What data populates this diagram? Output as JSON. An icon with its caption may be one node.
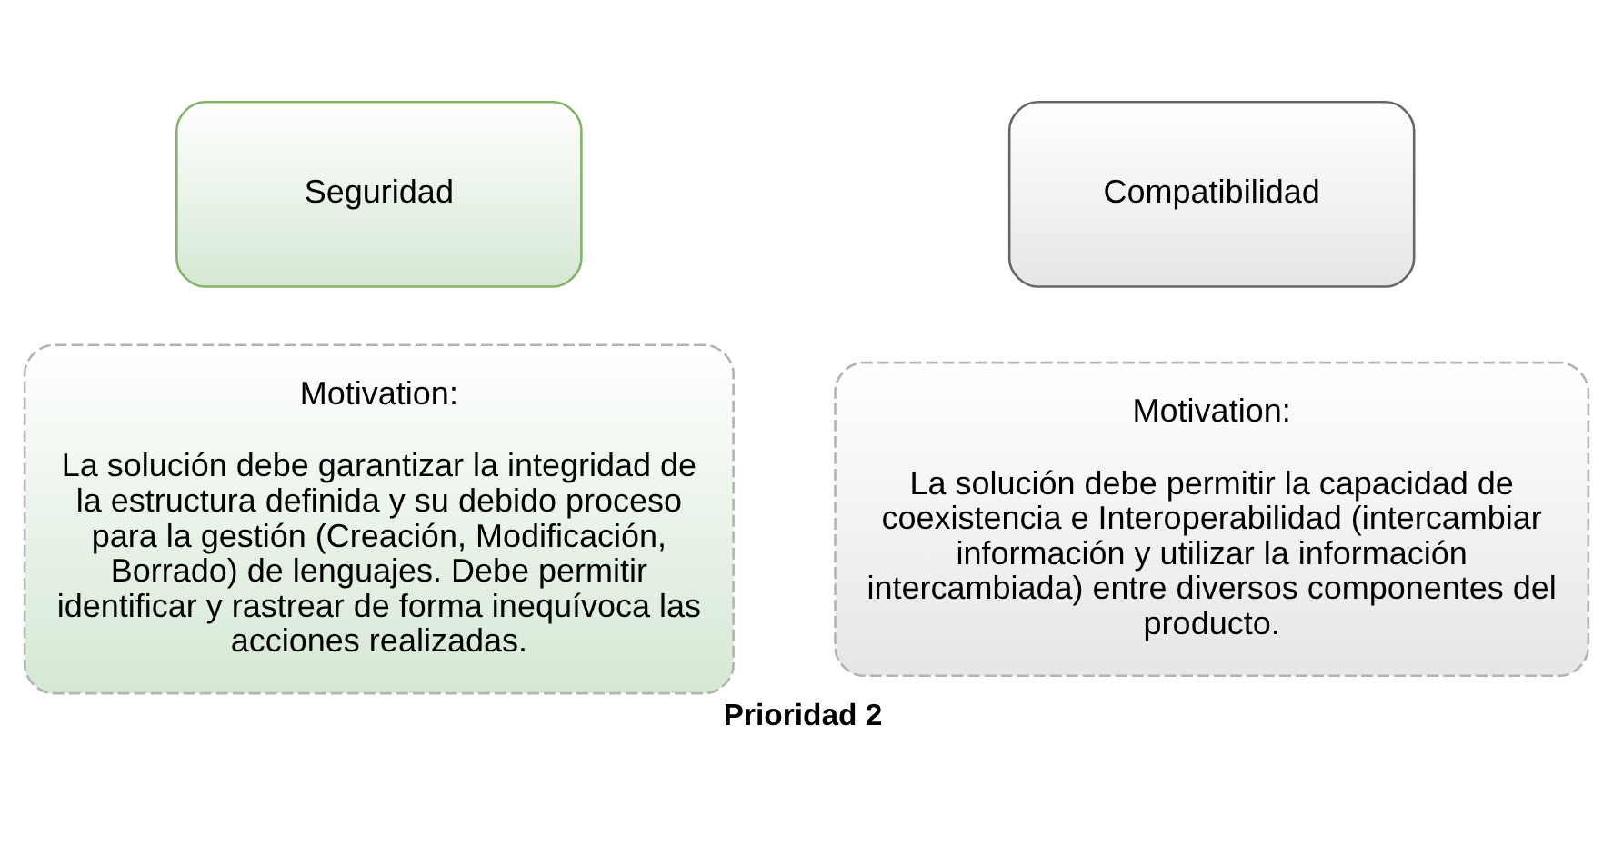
{
  "diagram": {
    "caption": "Prioridad 2",
    "nodes": [
      {
        "text": [
          "Seguridad"
        ]
      },
      {
        "text": [
          "Compatibilidad"
        ]
      },
      {
        "text": [
          "Motivation:",
          "La solución debe garantizar la integridad de la estructura definida y su debido proceso para la gestión (Creación, Modificación, Borrado) de lenguajes. Debe permitir identificar y rastrear de forma inequívoca las acciones realizadas."
        ]
      },
      {
        "text": [
          "Motivation:",
          "La solución debe permitir la capacidad de coexistencia e Interoperabilidad (intercambiar información y utilizar la información intercambiada) entre diversos componentes del producto."
        ]
      }
    ],
    "edges": []
  }
}
